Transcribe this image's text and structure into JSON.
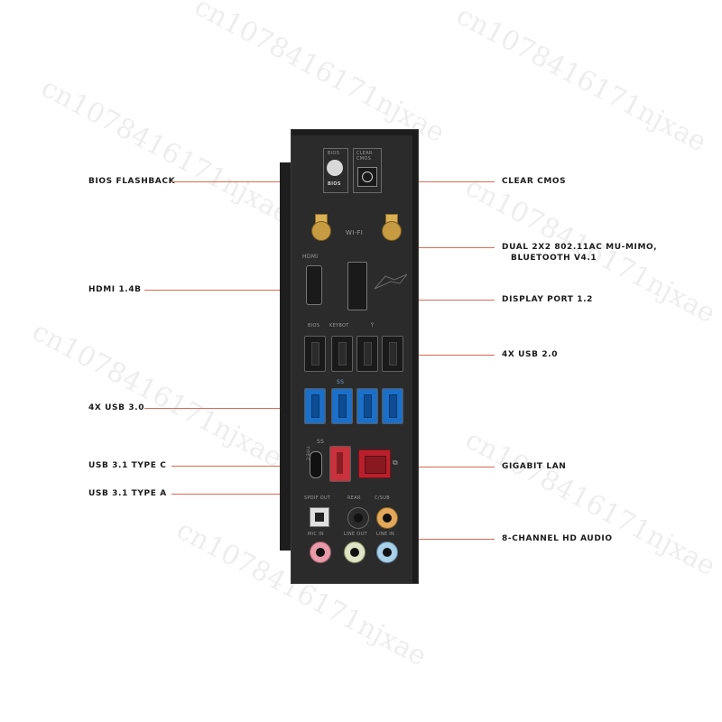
{
  "callouts_left": {
    "bios_flashback": "BIOS FLASHBACK",
    "hdmi": "HDMI 1.4B",
    "usb30": "4X USB 3.0",
    "usb31c": "USB 3.1 TYPE C",
    "usb31a": "USB 3.1 TYPE A"
  },
  "callouts_right": {
    "clear_cmos": "CLEAR CMOS",
    "wifi_line1": "DUAL 2X2 802.11AC MU-MIMO,",
    "wifi_line2": "BLUETOOTH V4.1",
    "displayport": "DISPLAY PORT 1.2",
    "usb20": "4X USB 2.0",
    "lan": "GIGABIT LAN",
    "audio": "8-CHANNEL HD AUDIO"
  },
  "panel_labels": {
    "bios": "BIOS",
    "clear_cmos": "CLEAR CMOS",
    "bios_button": "BIOS",
    "wifi": "WI-FI",
    "hdmi": "HDMI",
    "usb_bios": "BIOS",
    "keybot": "KEYBOT",
    "ss": "SS",
    "ss10": "SS",
    "type_c": "TYPE-C",
    "spdif": "SPDIF OUT",
    "rear": "REAR",
    "csub": "C/SUB",
    "mic": "MIC IN",
    "line_out": "LINE OUT",
    "line_in": "LINE IN"
  },
  "watermark": "cn1078416171njxae",
  "colors": {
    "callout_line": "#d96a55",
    "usb3": "#1b6fc8",
    "usb_red": "#c8323c",
    "panel": "#2b2b2b"
  }
}
